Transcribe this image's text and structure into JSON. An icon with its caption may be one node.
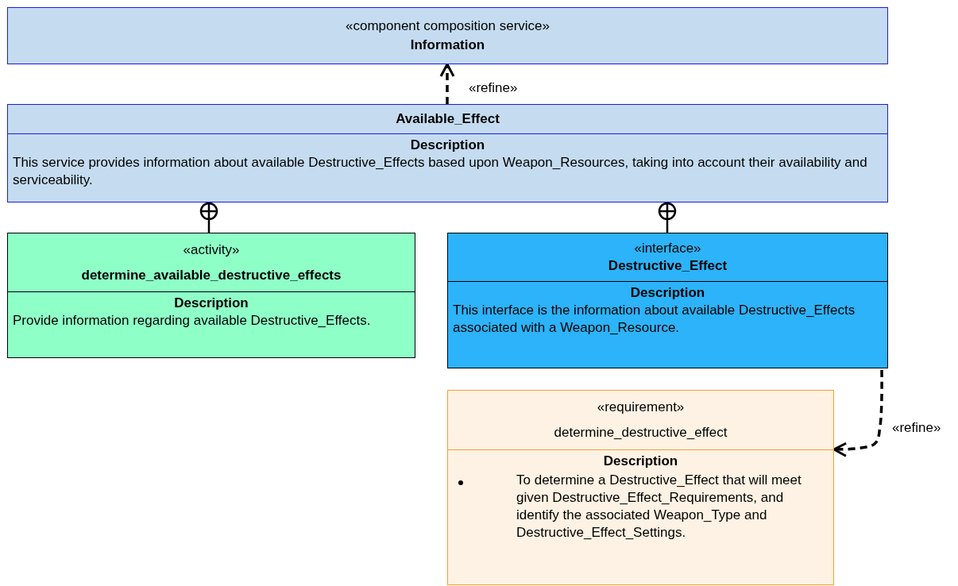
{
  "diagram": {
    "nodes": [
      {
        "text": [
          "«component composition service»",
          "Information"
        ]
      },
      {
        "text": [
          "Available_Effect",
          "Description",
          "This service provides information about available Destructive_Effects based upon Weapon_Resources, taking into account their availability and serviceability."
        ]
      },
      {
        "text": [
          "«activity»",
          "determine_available_destructive_effects",
          "Description",
          "Provide information regarding available Destructive_Effects."
        ]
      },
      {
        "text": [
          "«interface»",
          "Destructive_Effect",
          "Description",
          "This interface is the information about available Destructive_Effects associated with a Weapon_Resource."
        ]
      },
      {
        "text": [
          "«requirement»",
          "determine_destructive_effect",
          "Description",
          "To determine a Destructive_Effect that will meet given Destructive_Effect_Requirements, and identify the associated Weapon_Type and Destructive_Effect_Settings."
        ]
      }
    ],
    "edges": [
      {
        "from": 1,
        "to": 0,
        "arrow": "to",
        "label": "«refine»",
        "style": "dashed"
      },
      {
        "from": 2,
        "to": 1,
        "arrow": "other"
      },
      {
        "from": 3,
        "to": 1,
        "arrow": "other"
      },
      {
        "from": 3,
        "to": 4,
        "arrow": "to",
        "label": "«refine»",
        "style": "dashed"
      }
    ]
  }
}
